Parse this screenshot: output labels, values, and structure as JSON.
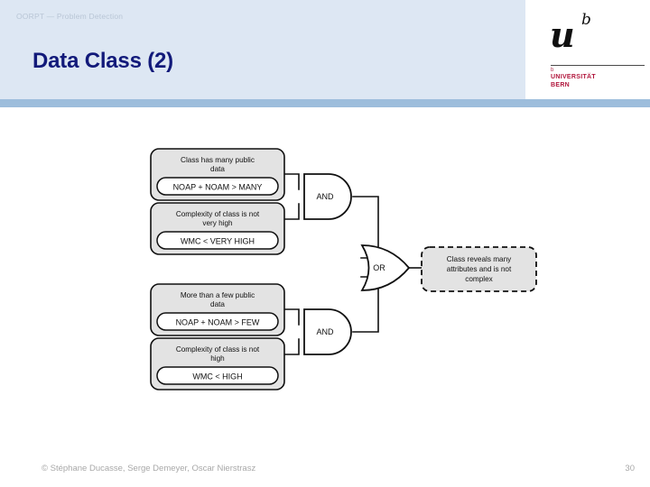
{
  "header": {
    "breadcrumb": "OORPT — Problem Detection",
    "title": "Data Class (2)",
    "band_color": "#dde7f3",
    "rule_color": "#9dbddc",
    "title_color": "#121a7a"
  },
  "logo": {
    "mark_u": "u",
    "mark_b": "b",
    "tick": "b",
    "line1": "UNIVERSITÄT",
    "line2": "BERN",
    "color": "#b1163c"
  },
  "diagram": {
    "type": "boolean-logic-tree",
    "condition_boxes": [
      {
        "id": "public-data-many",
        "title": "Class has many public data",
        "metric": "NOAP + NOAM > MANY"
      },
      {
        "id": "complexity-not-very-high",
        "title": "Complexity of class is not very high",
        "metric": "WMC < VERY HIGH"
      },
      {
        "id": "public-data-few",
        "title": "More than a few public data",
        "metric": "NOAP + NOAM > FEW"
      },
      {
        "id": "complexity-not-high",
        "title": "Complexity of class is not high",
        "metric": "WMC < HIGH"
      }
    ],
    "gates": [
      {
        "id": "and-upper",
        "label": "AND"
      },
      {
        "id": "and-lower",
        "label": "AND"
      },
      {
        "id": "or-final",
        "label": "OR"
      }
    ],
    "result": {
      "id": "data-class-result",
      "line1": "Class reveals many",
      "line2": "attributes and is not",
      "line3": "complex"
    },
    "colors": {
      "box_fill": "#e3e3e3",
      "box_stroke": "#101010",
      "metric_fill": "#ffffff",
      "line": "#101010"
    }
  },
  "footer": {
    "copyright": "© Stéphane Ducasse, Serge Demeyer, Oscar Nierstrasz",
    "page_number": "30",
    "color": "#a8a8a8"
  }
}
